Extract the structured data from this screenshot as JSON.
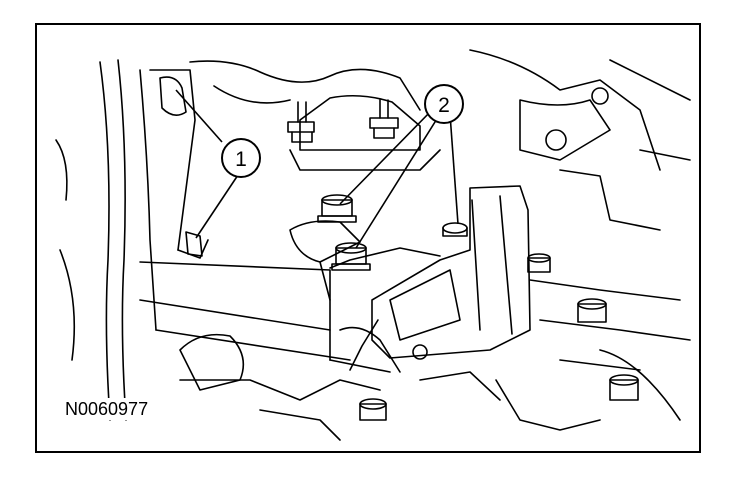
{
  "figure": {
    "id_label": "N0060977",
    "callouts": [
      {
        "number": "1"
      },
      {
        "number": "2"
      }
    ]
  },
  "colors": {
    "line": "#000000",
    "background": "#ffffff"
  },
  "icons": [
    "bolt-icon",
    "stud-icon",
    "mount-bracket-icon"
  ]
}
